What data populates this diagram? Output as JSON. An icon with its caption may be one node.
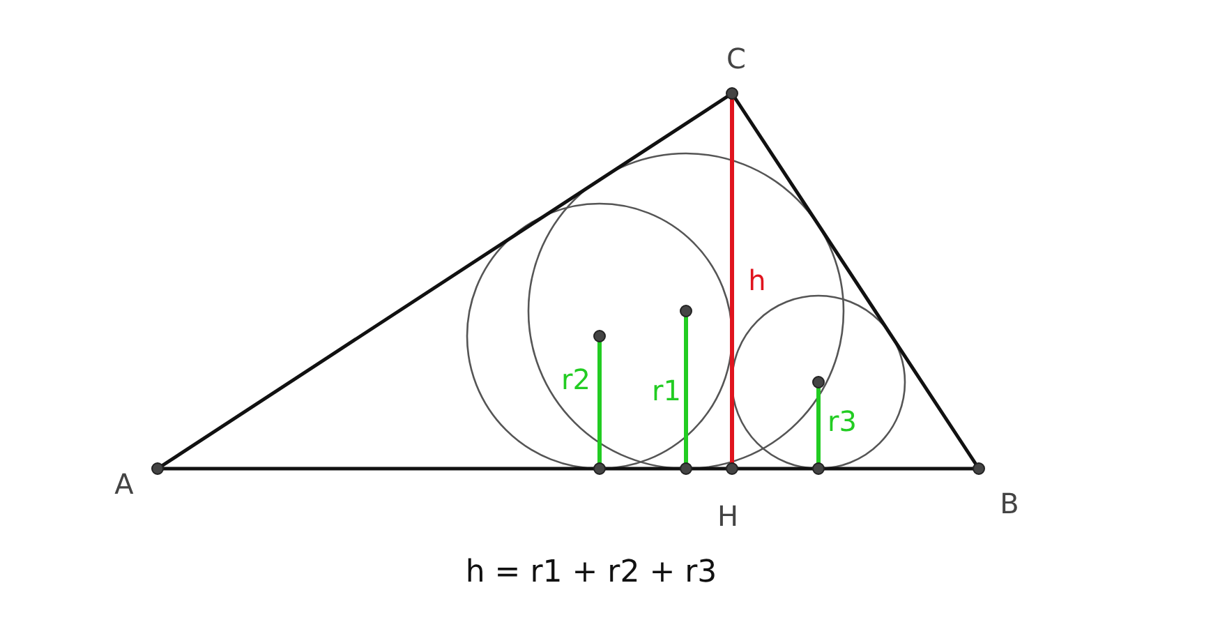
{
  "diagram": {
    "caption": "h = r1 + r2 + r3",
    "labels": [
      "C",
      "h",
      "r2",
      "r1",
      "r3",
      "A",
      "H",
      "B"
    ]
  }
}
